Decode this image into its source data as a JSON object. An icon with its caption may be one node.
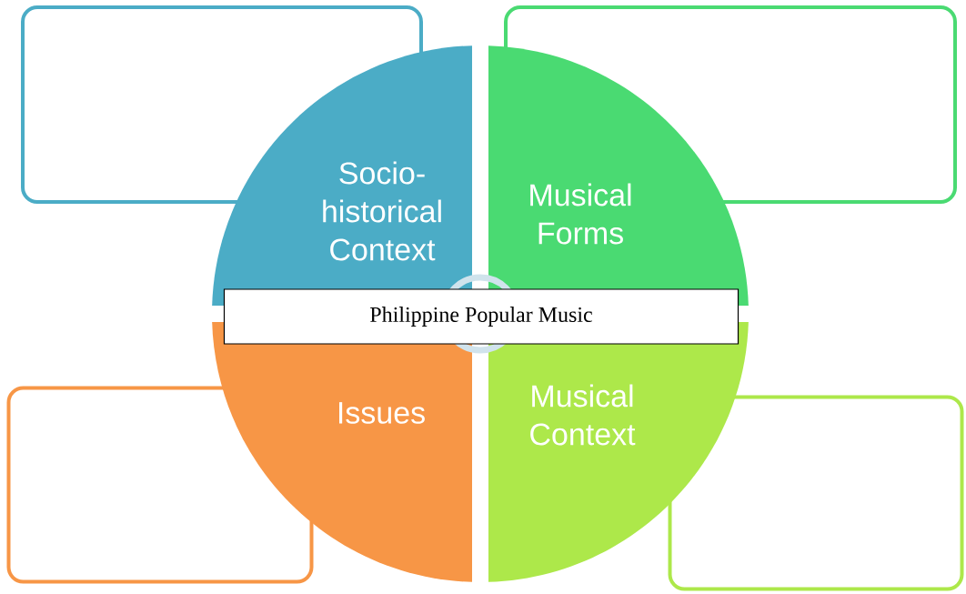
{
  "diagram": {
    "nodes": [
      {
        "text": [
          "Socio-historical Context"
        ]
      },
      {
        "text": [
          "Musical Forms"
        ]
      },
      {
        "text": [
          "Issues"
        ]
      },
      {
        "text": [
          "Musical Context"
        ]
      },
      {
        "text": [
          "Philippine Popular Music"
        ]
      },
      {
        "text": [],
        "shape": "box"
      },
      {
        "text": [],
        "shape": "box"
      },
      {
        "text": [],
        "shape": "box"
      },
      {
        "text": [],
        "shape": "box"
      }
    ]
  }
}
